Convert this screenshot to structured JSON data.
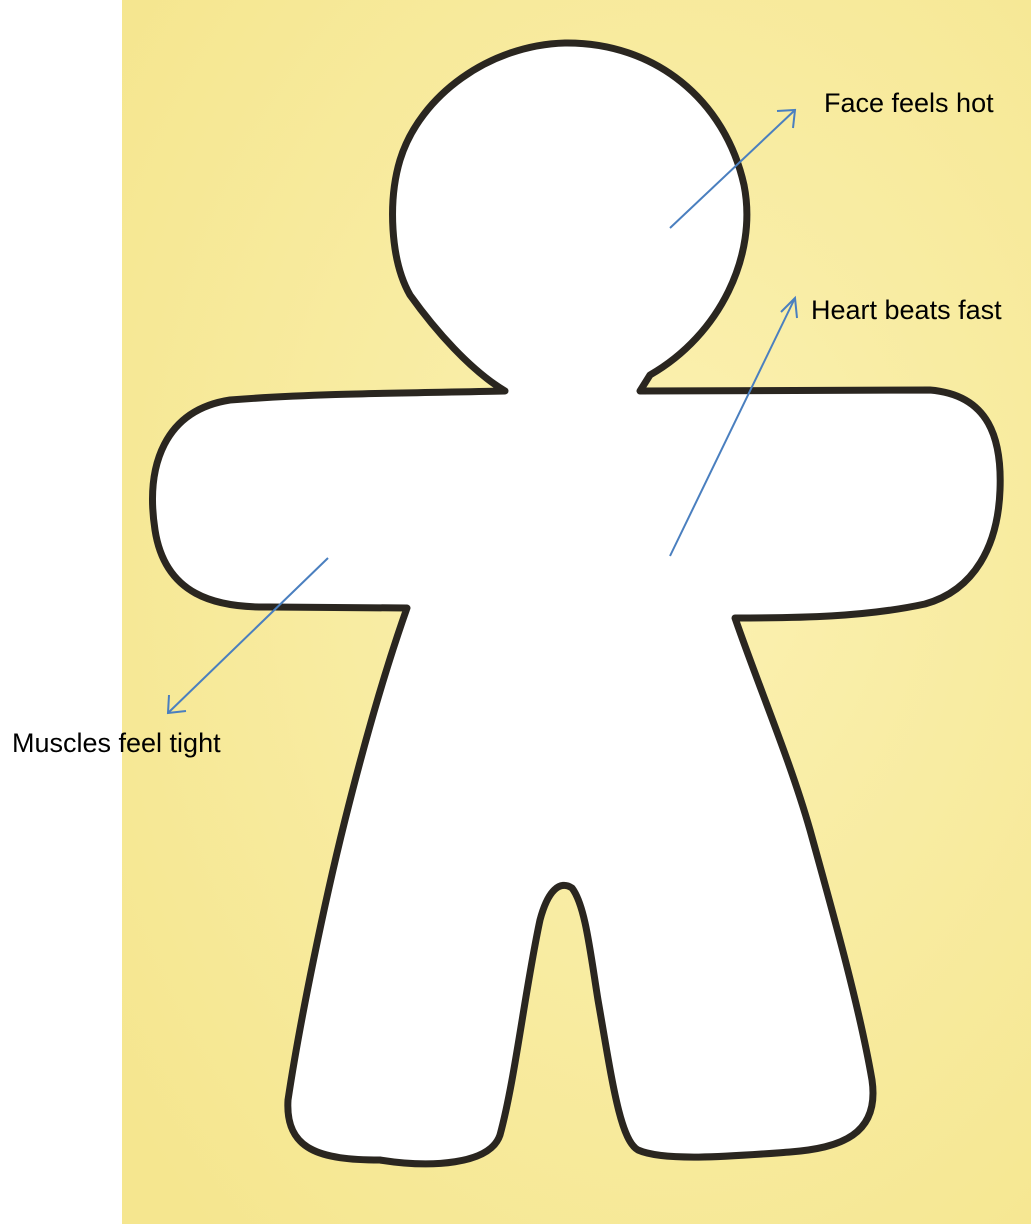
{
  "colors": {
    "background_panel": "#f8eb9a",
    "body_fill": "#ffffff",
    "body_outline": "#2a2620",
    "arrow": "#4a7fbf",
    "label_text": "#000000"
  },
  "labels": {
    "face": "Face feels hot",
    "heart": "Heart beats fast",
    "muscles": "Muscles feel tight"
  }
}
